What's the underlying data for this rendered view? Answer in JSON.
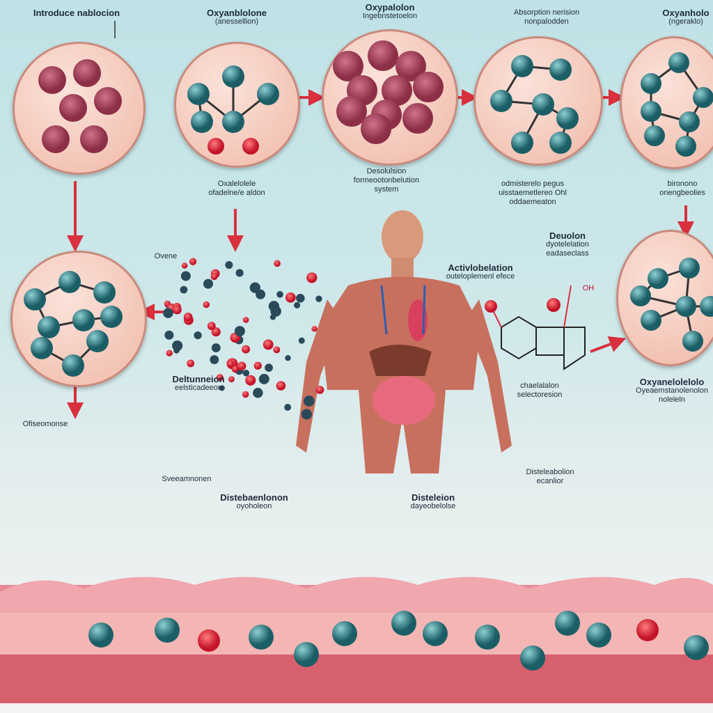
{
  "top_labels": [
    {
      "title": "Introduce nablocion",
      "sub": ""
    },
    {
      "title": "Oxyanblolone",
      "sub": "(anessellion)"
    },
    {
      "title": "Oxypalolon",
      "sub": "Ingebnstetoelon"
    },
    {
      "title": "Absorption nerision",
      "sub": "nonpalodden"
    },
    {
      "title": "Oxyanholo",
      "sub": "(ngeraklo)"
    }
  ],
  "mid_labels": [
    {
      "l1": "Oxalelolele",
      "l2": "ofadelne/e aldon",
      "l3": ""
    },
    {
      "l1": "Desolulsion",
      "l2": "formeootonbelution",
      "l3": "system"
    },
    {
      "l1": "odmisterelo pegus",
      "l2": "uisstaemetlereo Ohl",
      "l3": "oddaemeaton"
    },
    {
      "l1": "bironono",
      "l2": "onengbeolies",
      "l3": ""
    }
  ],
  "center": {
    "ovene": "Ovene",
    "activ_title": "Activlobelation",
    "activ_sub": "outeloplemenl efece",
    "deuolon_title": "Deuolon",
    "deuolon_l1": "dyotelelation",
    "deuolon_l2": "eadaseclass",
    "oh": "OH",
    "delt_title": "Deltunneion",
    "delt_sub": "eelsticadeeon",
    "ofiseo": "Ofiseomonse",
    "chael_l1": "chaelalalon",
    "chael_l2": "selectoresion",
    "oxy_title": "Oxyanelolelolo",
    "oxy_l1": "Oyeaemstanolenolon",
    "oxy_l2": "noleleln"
  },
  "bottom_labels": [
    {
      "l1": "Sveeamnonen",
      "l2": ""
    },
    {
      "l1": "Distebaenlonon",
      "l2": "oyoholeon"
    },
    {
      "l1": "Disteleion",
      "l2": "dayeobelolse"
    },
    {
      "l1": "Disteleabolion",
      "l2": "ecanlior"
    }
  ],
  "colors": {
    "arrow": "#d9303e",
    "molecule": "#2e7f86",
    "cell": "#a8405a",
    "tissue": "#e68a96"
  }
}
